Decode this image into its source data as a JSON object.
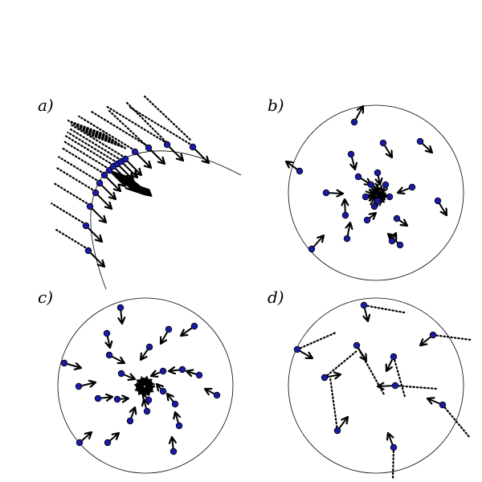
{
  "panels": [
    {
      "id": "a",
      "label": "a)"
    },
    {
      "id": "b",
      "label": "b)"
    },
    {
      "id": "c",
      "label": "c)"
    },
    {
      "id": "d",
      "label": "d)"
    }
  ],
  "colors": {
    "dot_fill": "#1a1aa8",
    "dot_stroke": "#000000",
    "line": "#000000",
    "background": "#ffffff"
  }
}
